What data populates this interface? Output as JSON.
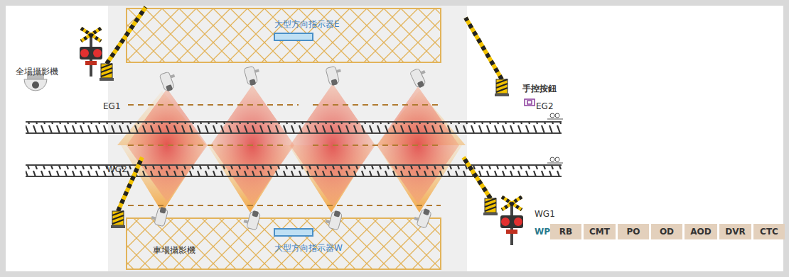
{
  "diagram": {
    "nodes": [
      {
        "text": [
          "RB"
        ]
      },
      {
        "text": [
          "CMT"
        ]
      },
      {
        "text": [
          "PO"
        ]
      },
      {
        "text": [
          "OD"
        ]
      },
      {
        "text": [
          "AOD"
        ]
      },
      {
        "text": [
          "DVR"
        ]
      },
      {
        "text": [
          "CTC"
        ]
      }
    ],
    "labels": [
      "全場攝影機",
      "大型方向指示器E",
      "手控按鈕",
      "EG1",
      "EG2",
      "WG2",
      "WG1",
      "WP",
      "車場攝影機",
      "大型方向指示器W"
    ]
  }
}
